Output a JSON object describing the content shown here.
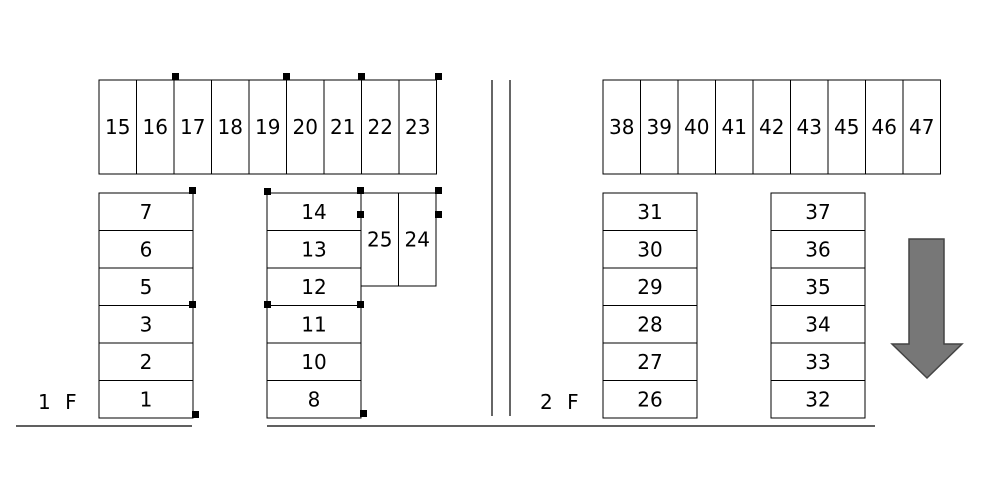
{
  "floors": [
    {
      "label": "1 F"
    },
    {
      "label": "2 F"
    }
  ],
  "stalls": {
    "f1_top_row": [
      "15",
      "16",
      "17",
      "18",
      "19",
      "20",
      "21",
      "22",
      "23"
    ],
    "f1_left_col": [
      "7",
      "6",
      "5",
      "3",
      "2",
      "1"
    ],
    "f1_mid_col": [
      "14",
      "13",
      "12",
      "11",
      "10",
      "8"
    ],
    "f1_side": [
      "25",
      "24"
    ],
    "f2_top_row": [
      "38",
      "39",
      "40",
      "41",
      "42",
      "43",
      "45",
      "46",
      "47"
    ],
    "f2_left_col": [
      "31",
      "30",
      "29",
      "28",
      "27",
      "26"
    ],
    "f2_right_col": [
      "37",
      "36",
      "35",
      "34",
      "33",
      "32"
    ]
  },
  "direction_arrow": {
    "icon": "arrow-down-icon",
    "fill": "#777777",
    "stroke": "#444444"
  },
  "colors": {
    "lines": "#000000",
    "background": "#ffffff"
  }
}
